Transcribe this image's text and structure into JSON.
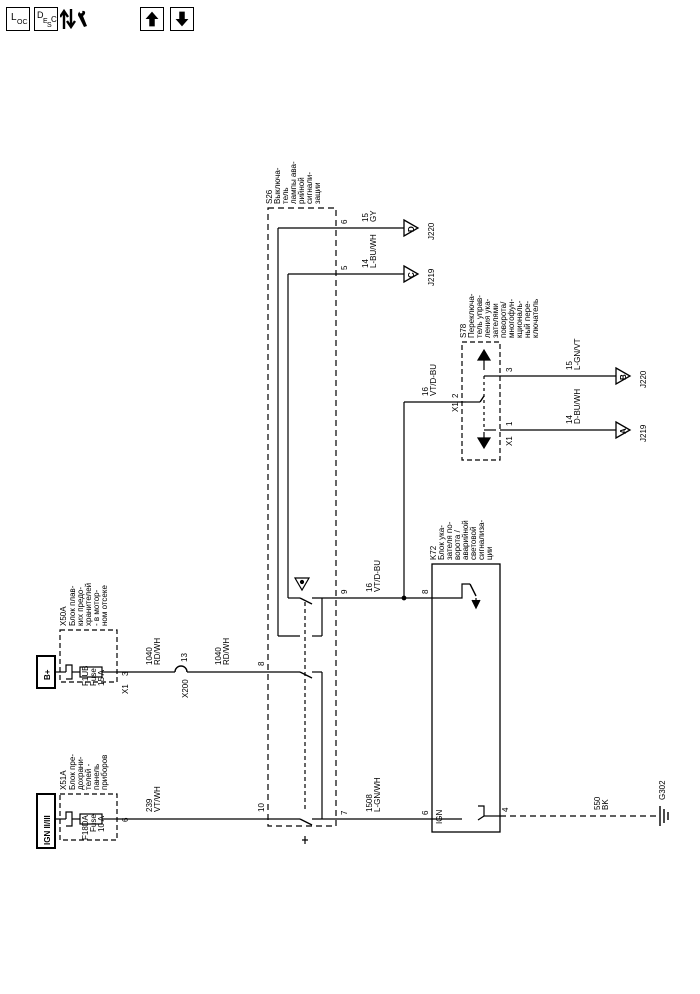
{
  "toolbar": {
    "loc_button": {
      "big": "L",
      "small": "OC"
    },
    "desc_button": {
      "big1": "D",
      "small1": "E",
      "small2": "S",
      "big2": "C"
    },
    "nav_icon": "up-down-wrench-icon",
    "up_icon": "arrow-up-icon",
    "down_icon": "arrow-down-icon"
  },
  "power": {
    "ign_label": "IGN II/III",
    "bplus_label": "B+"
  },
  "fuse_blocks": {
    "x51a": {
      "ref": "X51A",
      "desc": [
        "Блок пре-",
        "дохрани-",
        "телей -",
        "панель",
        "приборов"
      ],
      "fuse_id": "F18DA",
      "fuse_word": "Fuse",
      "rating": "10 A",
      "pin": "6"
    },
    "x50a": {
      "ref": "X50A",
      "desc": [
        "Блок плав-",
        "ких предо-",
        "хранителей",
        "- в мотор-",
        "ном отсеке"
      ],
      "fuse_id": "F1UB",
      "fuse_word": "Fuse",
      "rating": "15 A",
      "pin": "3",
      "connector": "X1"
    }
  },
  "wires": {
    "w239": {
      "num": "239",
      "color": "VT/WH"
    },
    "w1040a": {
      "num": "1040",
      "color": "RD/WH"
    },
    "w1040b": {
      "num": "1040",
      "color": "RD/WH"
    },
    "w1508": {
      "num": "1508",
      "color": "L-GN/WH"
    },
    "w550": {
      "num": "550",
      "color": "BK"
    },
    "w16a": {
      "num": "16",
      "color": "VT/D-BU"
    },
    "w16b": {
      "num": "16",
      "color": "VT/D-BU"
    },
    "w14a": {
      "num": "14",
      "color": "L-BU/WH"
    },
    "w15a": {
      "num": "15",
      "color": "GY"
    },
    "w15b": {
      "num": "15",
      "color": "L-GN/VT"
    },
    "w14b": {
      "num": "14",
      "color": "D-BU/WH"
    }
  },
  "x200": {
    "ref": "X200",
    "pin": "13"
  },
  "s26": {
    "ref": "S26",
    "desc": [
      "Выключа-",
      "тель",
      "лампы ава-",
      "рийной",
      "сигнали-",
      "зации"
    ],
    "pins": {
      "p6": "6",
      "p5": "5",
      "p9": "9",
      "p8": "8",
      "p10": "10",
      "p7": "7"
    }
  },
  "k72": {
    "ref": "K72",
    "desc": [
      "Блок ука-",
      "зателя по-",
      "ворота /",
      "аварийной",
      "световой",
      "сигнализа-",
      "ции"
    ],
    "ign": "IGN",
    "pins": {
      "p8": "8",
      "p6": "6",
      "p4": "4"
    }
  },
  "s78": {
    "ref": "S78",
    "desc": [
      "Переключа-",
      "тель управ-",
      "ления ука-",
      "зателями",
      "поворота/",
      "многофун-",
      "кциональ-",
      "ный пере-",
      "ключатель"
    ],
    "connector": "X1",
    "connector2": "X1",
    "pins": {
      "p2": "2",
      "p3": "3",
      "p1": "1"
    }
  },
  "connectors": {
    "d": {
      "letter": "D",
      "ref": "J220"
    },
    "c": {
      "letter": "C",
      "ref": "J219"
    },
    "b": {
      "letter": "B",
      "ref": "J220"
    },
    "a": {
      "letter": "A",
      "ref": "J219"
    }
  },
  "ground": {
    "ref": "G302"
  }
}
